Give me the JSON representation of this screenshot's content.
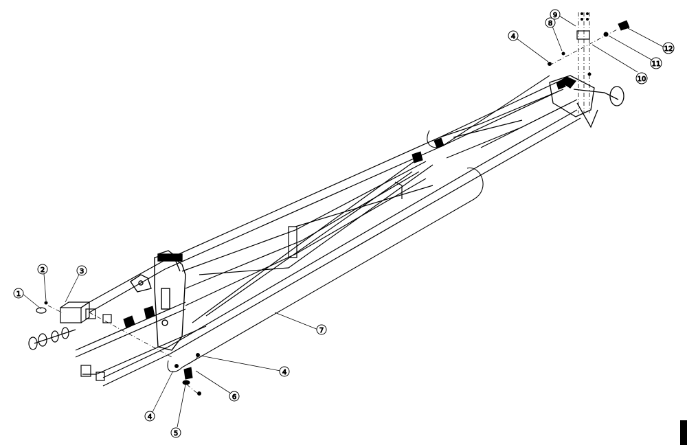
{
  "diagram": {
    "type": "exploded-parts-view",
    "line_color": "#000000",
    "background": "#ffffff",
    "callouts": [
      {
        "id": "c1",
        "label": "1"
      },
      {
        "id": "c2",
        "label": "2"
      },
      {
        "id": "c3",
        "label": "3"
      },
      {
        "id": "c4a",
        "label": "4"
      },
      {
        "id": "c4b",
        "label": "4"
      },
      {
        "id": "c4c",
        "label": "4"
      },
      {
        "id": "c5",
        "label": "5"
      },
      {
        "id": "c6",
        "label": "6"
      },
      {
        "id": "c7",
        "label": "7"
      },
      {
        "id": "c8",
        "label": "8"
      },
      {
        "id": "c9",
        "label": "9"
      },
      {
        "id": "c10",
        "label": "10"
      },
      {
        "id": "c11",
        "label": "11"
      },
      {
        "id": "c12",
        "label": "12"
      }
    ]
  }
}
